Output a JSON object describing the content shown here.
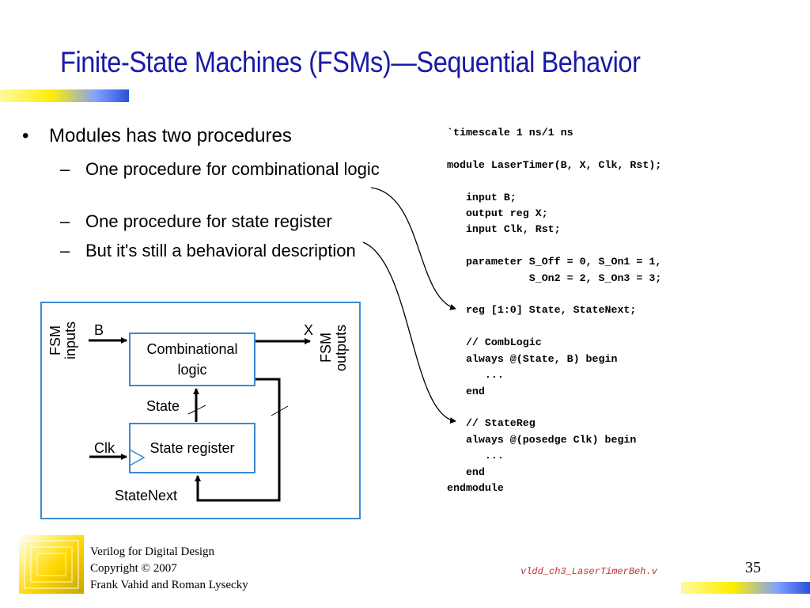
{
  "slide": {
    "title": "Finite-State Machines (FSMs)—Sequential Behavior",
    "bullets": {
      "bullet_glyph": "•",
      "dash_glyph": "–",
      "main": "Modules has two procedures",
      "subs": [
        "One procedure for combinational logic",
        "One procedure for state register",
        "But it's still a behavioral description"
      ]
    },
    "code": "`timescale 1 ns/1 ns\n\nmodule LaserTimer(B, X, Clk, Rst);\n\n   input B;\n   output reg X;\n   input Clk, Rst;\n\n   parameter S_Off = 0, S_On1 = 1,\n             S_On2 = 2, S_On3 = 3;\n\n   reg [1:0] State, StateNext;\n\n   // CombLogic\n   always @(State, B) begin\n      ...\n   end\n\n   // StateReg\n   always @(posedge Clk) begin\n      ...\n   end\nendmodule",
    "diagram": {
      "fsm_inputs_label": "FSM inputs",
      "fsm_outputs_label": "FSM outputs",
      "input_b": "B",
      "output_x": "X",
      "comb_block": "Combinational logic",
      "state_label": "State",
      "state_register_block": "State register",
      "clk_label": "Clk",
      "statenext_label": "StateNext"
    },
    "footer": {
      "line1": "Verilog for Digital Design",
      "line2": "Copyright © 2007",
      "line3": "Frank Vahid and Roman Lysecky",
      "file": "vldd_ch3_LaserTimerBeh.v",
      "page_number": "35"
    },
    "colors": {
      "title": "#1a1aa6",
      "diagram_border": "#3c8ad0",
      "file_name": "#c03030"
    }
  }
}
